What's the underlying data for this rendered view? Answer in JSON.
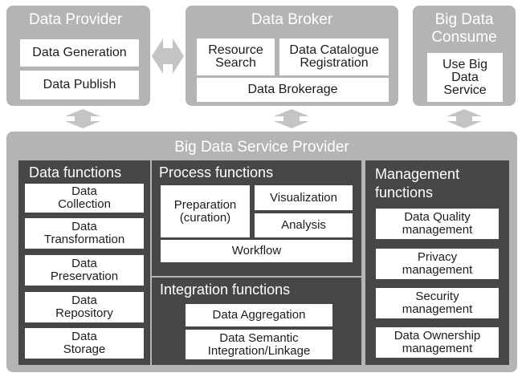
{
  "data_provider": {
    "title": "Data Provider",
    "items": [
      "Data Generation",
      "Data Publish"
    ]
  },
  "data_broker": {
    "title": "Data Broker",
    "items": [
      "Resource\nSearch",
      "Data Catalogue\nRegistration",
      "Data Brokerage"
    ]
  },
  "big_data_consumer": {
    "title": "Big Data\nConsume",
    "items": [
      "Use Big\nData\nService"
    ]
  },
  "service_provider": {
    "title": "Big Data Service Provider",
    "data_functions": {
      "title": "Data functions",
      "items": [
        "Data\nCollection",
        "Data\nTransformation",
        "Data\nPreservation",
        "Data\nRepository",
        "Data\nStorage"
      ]
    },
    "process_functions": {
      "title": "Process functions",
      "items": [
        "Preparation\n(curation)",
        "Visualization",
        "Analysis",
        "Workflow"
      ]
    },
    "integration_functions": {
      "title": "Integration functions",
      "items": [
        "Data Aggregation",
        "Data Semantic\nIntegration/Linkage"
      ]
    },
    "management_functions": {
      "title": "Management\nfunctions",
      "items": [
        "Data Quality\nmanagement",
        "Privacy\nmanagement",
        "Security\nmanagement",
        "Data Ownership\nmanagement"
      ]
    }
  },
  "colors": {
    "outer_panel": "#b4b4b4",
    "inner_panel": "#474747",
    "arrow": "#c4c4c4",
    "box": "#ffffff"
  }
}
